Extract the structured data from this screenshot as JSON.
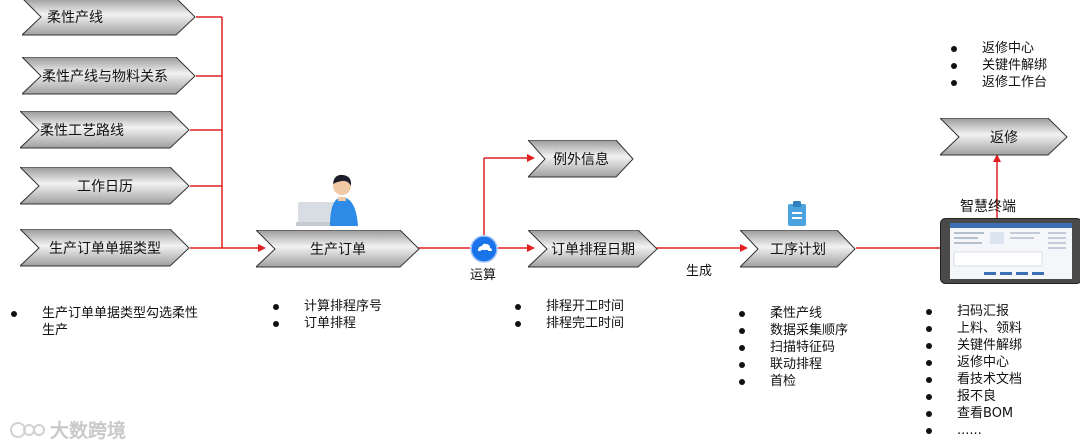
{
  "inputs": [
    "柔性产线",
    "柔性产线与物料关系",
    "柔性工艺路线",
    "工作日历",
    "生产订单单据类型"
  ],
  "main_flow": {
    "production_order": "生产订单",
    "compute_label": "运算",
    "exception_info": "例外信息",
    "schedule_date": "订单排程日期",
    "generate_label": "生成",
    "process_plan": "工序计划",
    "terminal_title": "智慧终端",
    "rework": "返修"
  },
  "notes": {
    "order_type": [
      "生产订单单据类型勾选柔性生产"
    ],
    "production_order": [
      "计算排程序号",
      "订单排程"
    ],
    "schedule_date": [
      "排程开工时间",
      "排程完工时间"
    ],
    "process_plan": [
      "柔性产线",
      "数据采集顺序",
      "扫描特征码",
      "联动排程",
      "首检"
    ],
    "terminal": [
      "扫码汇报",
      "上料、领料",
      "关键件解绑",
      "返修中心",
      "看技术文档",
      "报不良",
      "查看BOM",
      "......"
    ],
    "rework": [
      "返修中心",
      "关键件解绑",
      "返修工作台"
    ]
  },
  "watermark": "大数跨境",
  "colors": {
    "connector": "#e02020",
    "compute_icon": "#1a73e8",
    "doc_icon": "#4aa3df"
  },
  "icons": [
    "person-at-laptop-icon",
    "cloud-compute-icon",
    "clipboard-icon",
    "tablet-screen-icon"
  ]
}
